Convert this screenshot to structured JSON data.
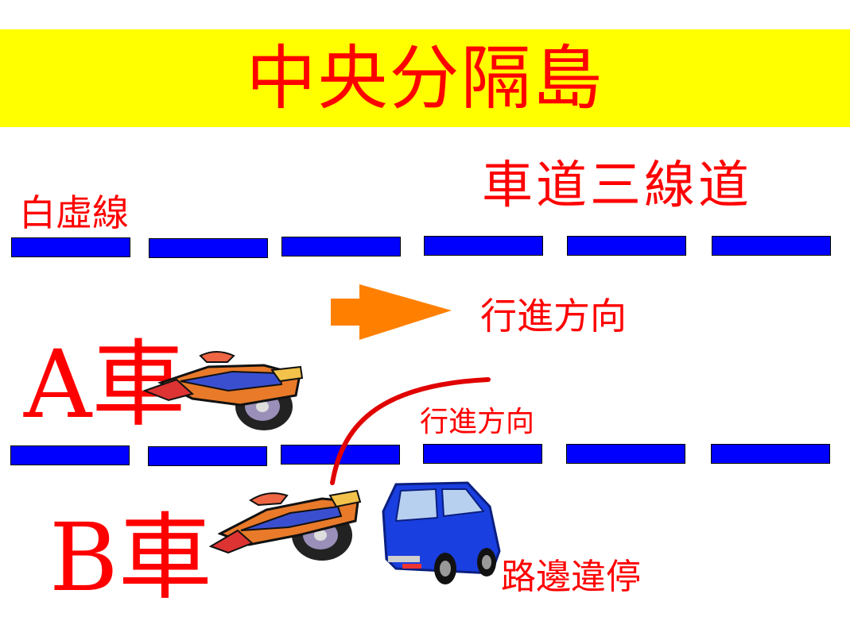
{
  "banner": {
    "title": "中央分隔島",
    "color": "#ffff00"
  },
  "lane_title": "車道三線道",
  "dashed_line_label": "白虛線",
  "direction_labels": [
    "行進方向",
    "行進方向"
  ],
  "vehicles": {
    "a_label": "A車",
    "b_label": "B車",
    "parked_label": "路邊違停"
  },
  "colors": {
    "text": "#ff0000",
    "lane_dash": "#0000ff",
    "arrow": "#ff8000",
    "car": "#1a3fe0",
    "path": "#e00000"
  },
  "icons": [
    "motorcycle-icon",
    "motorcycle-icon",
    "car-icon",
    "arrow-right-icon"
  ]
}
